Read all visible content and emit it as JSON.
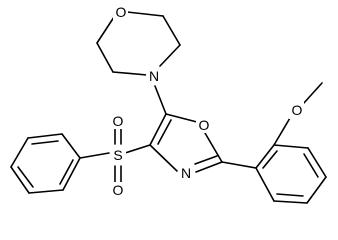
{
  "molecule": {
    "atoms": {
      "o_morpholine": "O",
      "n_morpholine": "N",
      "o_oxazole": "O",
      "n_oxazole": "N",
      "s_sulfonyl": "S",
      "o_sulfonyl_top": "O",
      "o_sulfonyl_bottom": "O",
      "o_methoxy": "O"
    },
    "colors": {
      "stroke": "#000000",
      "background": "#ffffff"
    }
  }
}
